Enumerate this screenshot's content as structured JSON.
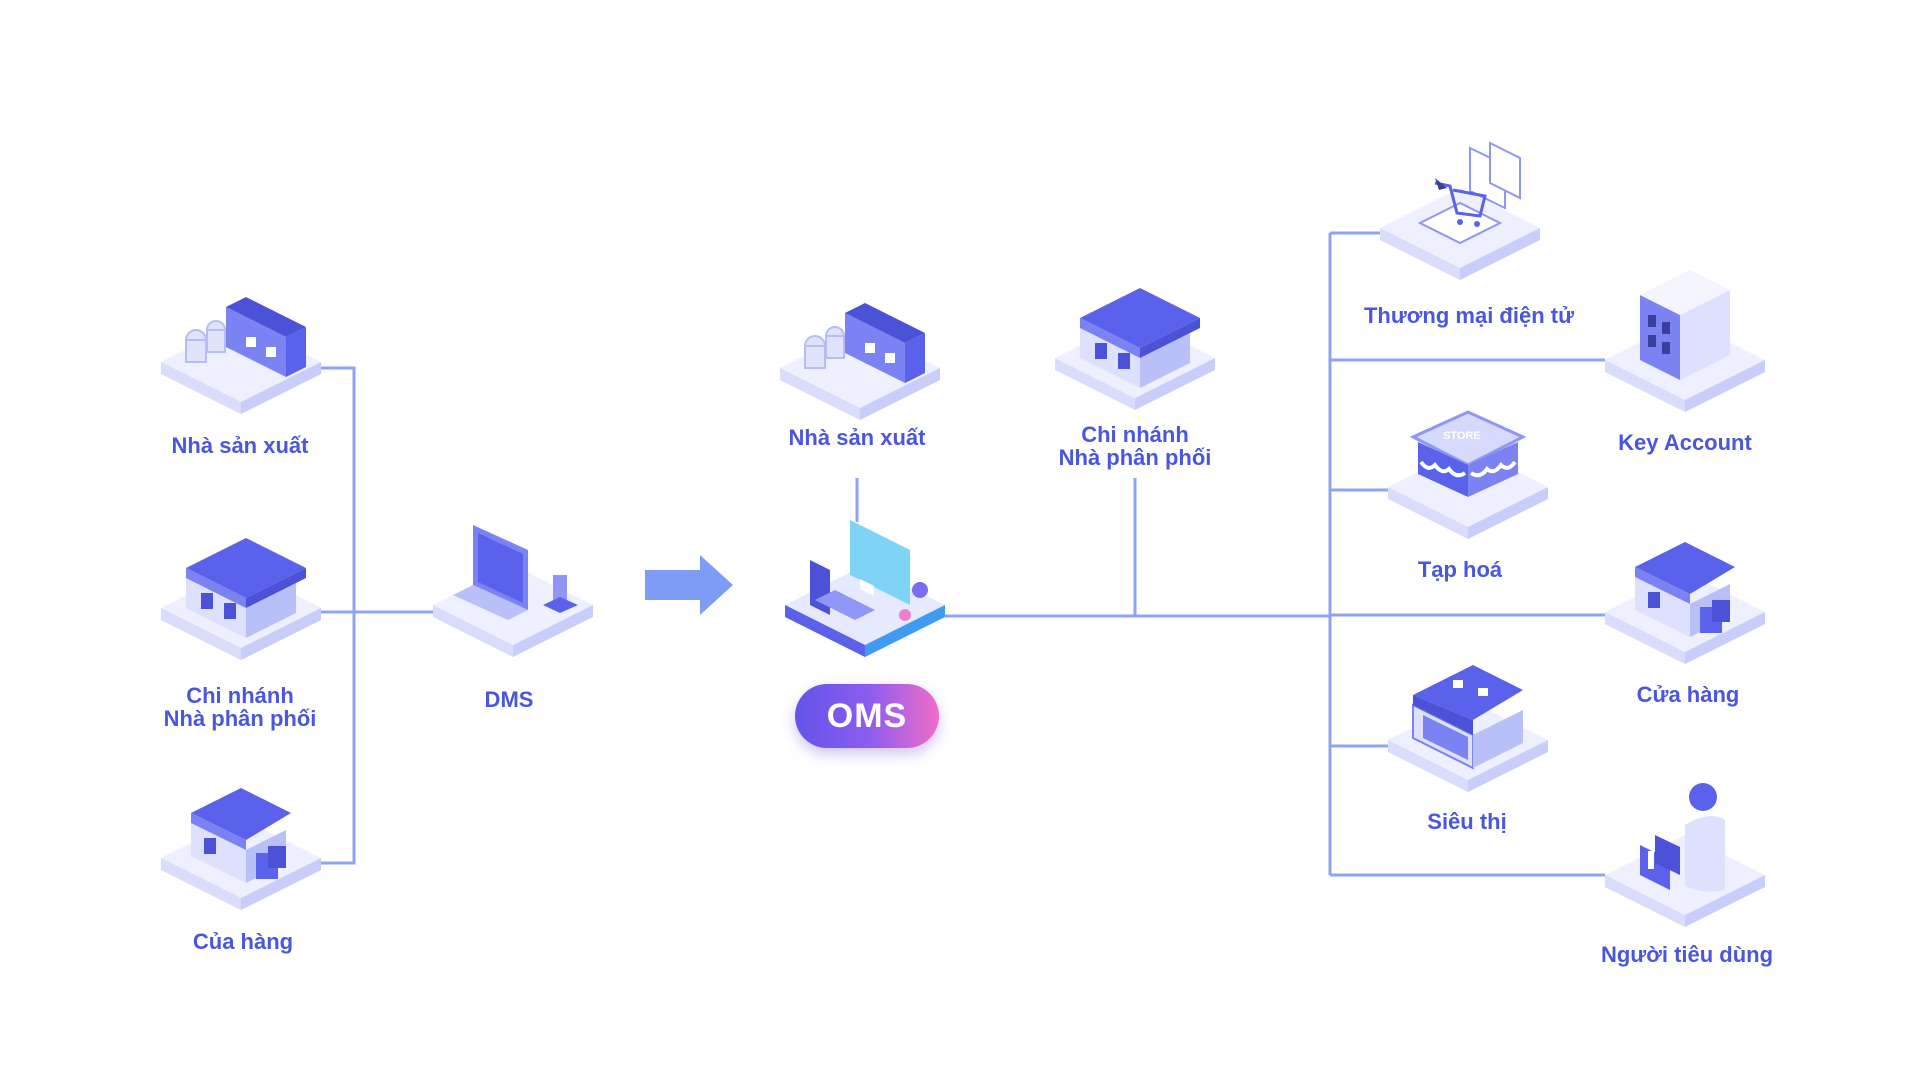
{
  "colors": {
    "line": "#8fa3f3",
    "label": "#4a56de",
    "block_top": "#5a61ea",
    "block_side": "#7b82f2",
    "base_top": "#eef0ff",
    "base_side": "#d9ddfb",
    "arrow": "#7f9cf5"
  },
  "left": {
    "manufacturer": "Nhà sản xuất",
    "branch_line1": "Chi nhánh",
    "branch_line2": "Nhà phân phối",
    "store": "Của hàng",
    "dms": "DMS"
  },
  "center": {
    "manufacturer": "Nhà sản xuất",
    "branch_line1": "Chi nhánh",
    "branch_line2": "Nhà phân phối",
    "oms": "OMS"
  },
  "right": {
    "ecommerce": "Thương mại điện tử",
    "key_account": "Key Account",
    "grocery": "Tạp hoá",
    "store": "Cửa hàng",
    "supermarket": "Siêu thị",
    "consumer": "Người tiêu dùng"
  },
  "icons": {
    "factory": "factory-icon",
    "warehouse": "warehouse-icon",
    "shop": "shop-icon",
    "laptop": "laptop-icon",
    "platform": "oms-platform-icon",
    "cart": "shopping-cart-icon",
    "building": "building-icon",
    "grocery": "grocery-store-icon",
    "supermarket": "supermarket-icon",
    "consumer": "consumer-icon",
    "arrow": "arrow-right-icon"
  }
}
